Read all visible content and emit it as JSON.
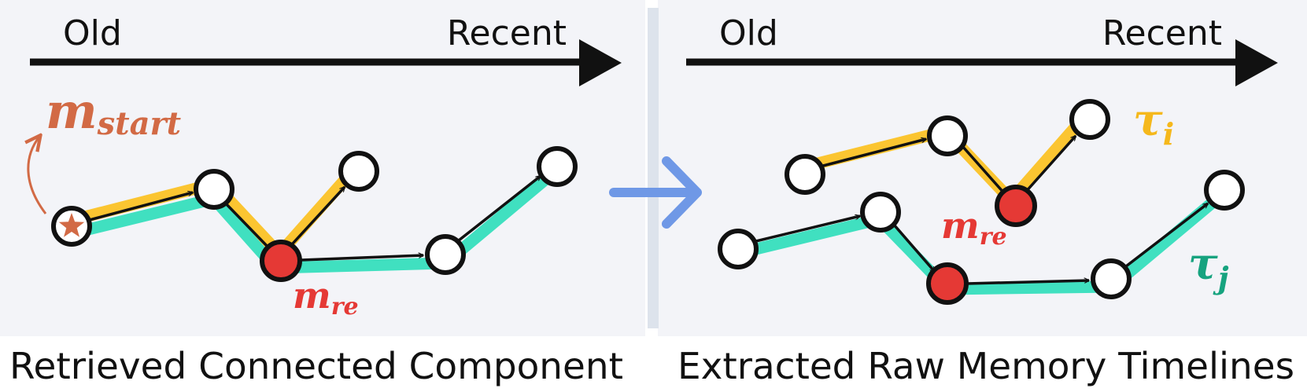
{
  "left_panel": {
    "axis_old": "Old",
    "axis_recent": "Recent",
    "start_label_main": "m",
    "start_label_sub": "start",
    "re_label_main": "m",
    "re_label_sub": "re",
    "caption": "Retrieved Connected Component"
  },
  "right_panel": {
    "axis_old": "Old",
    "axis_recent": "Recent",
    "tau_i_main": "τ",
    "tau_i_sub": "i",
    "tau_j_main": "τ",
    "tau_j_sub": "j",
    "re_label_main": "m",
    "re_label_sub": "re",
    "caption": "Extracted Raw Memory Timelines"
  },
  "colors": {
    "panel_bg": "#f3f4f8",
    "timeline_i": "#fbc531",
    "timeline_j": "#40e0c0",
    "start_label": "#d26a45",
    "re_node": "#e53935",
    "tau_i_label": "#f5b81c",
    "tau_j_label": "#16a37f",
    "transition_arrow": "#6f98e6"
  }
}
